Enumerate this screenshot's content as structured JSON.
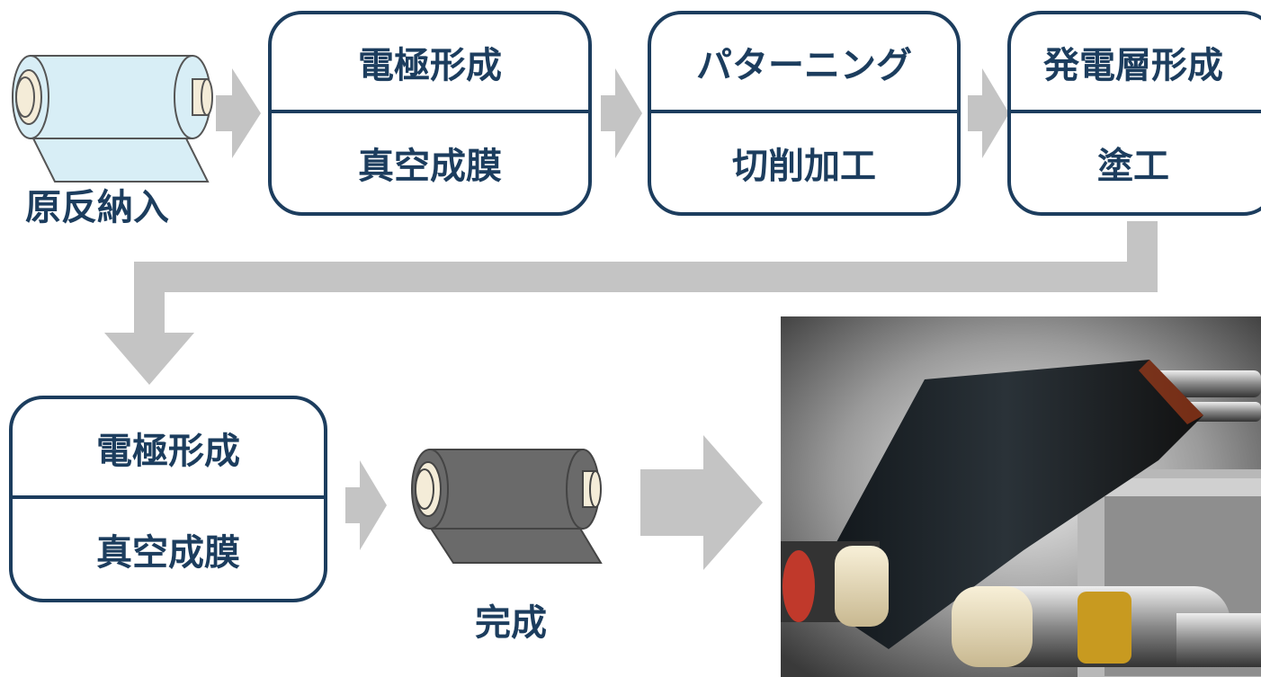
{
  "flow": {
    "start": {
      "label": "原反納入"
    },
    "steps": [
      {
        "process": "電極形成",
        "method": "真空成膜"
      },
      {
        "process": "パターニング",
        "method": "切削加工"
      },
      {
        "process": "発電層形成",
        "method": "塗工"
      },
      {
        "process": "電極形成",
        "method": "真空成膜"
      }
    ],
    "end": {
      "label": "完成"
    }
  },
  "colors": {
    "box_border": "#1c3d5e",
    "text": "#1c3d5e",
    "arrow": "#c4c4c4",
    "raw_roll": "#d8eef6",
    "finished_roll": "#6a6a6a"
  },
  "photo": {
    "description_icon": "roll-to-roll-machine-photo"
  }
}
